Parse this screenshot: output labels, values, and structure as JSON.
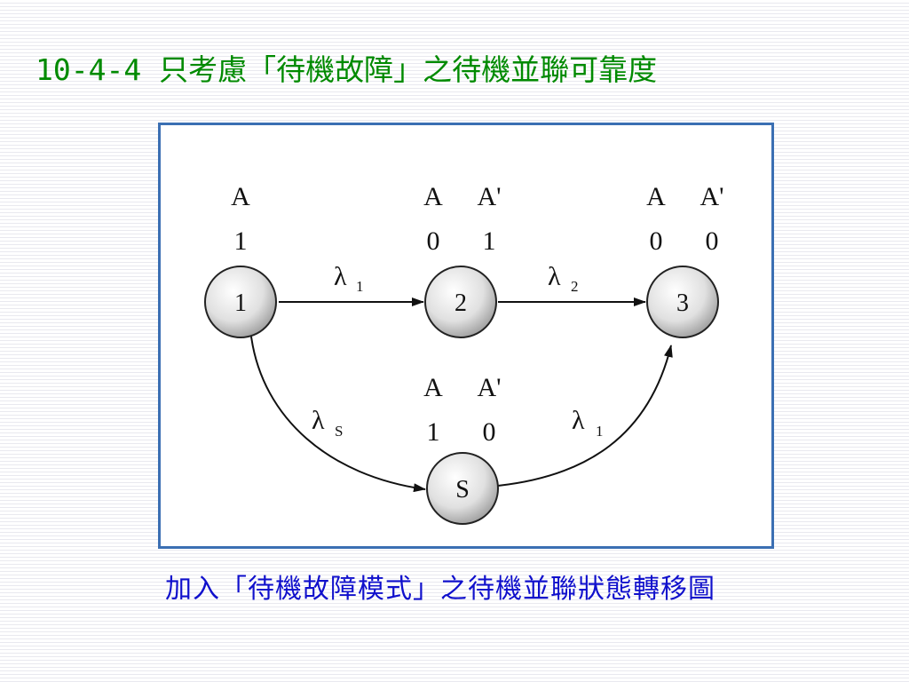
{
  "slide": {
    "title": "10-4-4 只考慮「待機故障」之待機並聯可靠度",
    "caption": "加入「待機故障模式」之待機並聯狀態轉移圖"
  },
  "diagram": {
    "nodes": [
      {
        "id": "1",
        "label": "1"
      },
      {
        "id": "2",
        "label": "2"
      },
      {
        "id": "3",
        "label": "3"
      },
      {
        "id": "S",
        "label": "S"
      }
    ],
    "state_labels": {
      "n1": {
        "head": [
          "A"
        ],
        "vals": [
          "1"
        ]
      },
      "n2": {
        "head": [
          "A",
          "A'"
        ],
        "vals": [
          "0",
          "1"
        ]
      },
      "n3": {
        "head": [
          "A",
          "A'"
        ],
        "vals": [
          "0",
          "0"
        ]
      },
      "nS": {
        "head": [
          "A",
          "A'"
        ],
        "vals": [
          "1",
          "0"
        ]
      }
    },
    "edges": [
      {
        "from": "1",
        "to": "2",
        "symbol": "λ",
        "sub": "1"
      },
      {
        "from": "2",
        "to": "3",
        "symbol": "λ",
        "sub": "2"
      },
      {
        "from": "1",
        "to": "S",
        "symbol": "λ",
        "sub": "S"
      },
      {
        "from": "S",
        "to": "3",
        "symbol": "λ",
        "sub": "1"
      }
    ],
    "colors": {
      "frame": "#3b6fb3",
      "title": "#008a00",
      "caption": "#1010cc"
    }
  }
}
